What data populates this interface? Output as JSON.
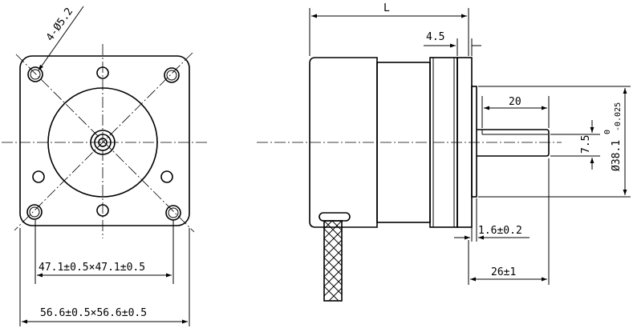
{
  "front_view": {
    "hole_spec": "4-Ø5.2",
    "inner_dim": "47.1±0.5×47.1±0.5",
    "outer_dim": "56.6±0.5×56.6±0.5"
  },
  "side_view": {
    "length": "L",
    "flange_thickness": "4.5",
    "flat_length": "20",
    "shaft_flat": "7.5",
    "pilot_diameter": "Ø38.1",
    "pilot_tol_upper": "0",
    "pilot_tol_lower": "-0.025",
    "pilot_height": "1.6±0.2",
    "shaft_length": "26±1"
  }
}
